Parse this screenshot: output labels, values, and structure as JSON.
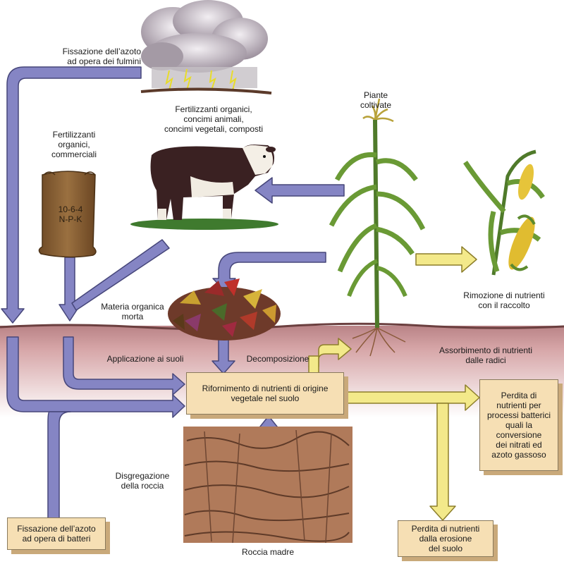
{
  "labels": {
    "lightning": "Fissazione dell’azoto\nad opera dei fulmini",
    "fert_organic_commercial": "Fertilizzanti\norganici,\ncommerciali",
    "fert_organic_animal": "Fertilizzanti organici,\nconcimi animali,\nconcimi vegetali, composti",
    "crop_plants": "Piante\ncoltivate",
    "harvest_removal": "Rimozione di nutrienti\ncon il raccolto",
    "dead_organic_matter": "Materia organica\nmorta",
    "soil_application": "Applicazione ai suoli",
    "decomposition": "Decomposizione",
    "root_absorption": "Assorbimento di nutrienti\ndalle radici",
    "rock_weathering": "Disgregazione\ndella roccia",
    "parent_rock": "Roccia madre"
  },
  "boxes": {
    "soil_nutrients": "Rifornimento di nutrienti di origine\nvegetale nel suolo",
    "bacterial_loss": "Perdita di\nnutrienti per\nprocessi batterici\nquali la\nconversione\ndei nitrati ed\nazoto gassoso",
    "bacterial_fixation": "Fissazione dell’azoto\nad opera di batteri",
    "erosion_loss": "Perdita di nutrienti\ndalla erosione\ndel suolo"
  },
  "bag": {
    "text": "10-6-4\nN-P-K"
  },
  "colors": {
    "blue_arrow": "#8585c4",
    "blue_arrow_edge": "#46467a",
    "yellow_arrow": "#f3e98a",
    "yellow_arrow_edge": "#8c7e2a",
    "soil": "#d3a0a2",
    "box_fill": "#f6dfb4"
  }
}
